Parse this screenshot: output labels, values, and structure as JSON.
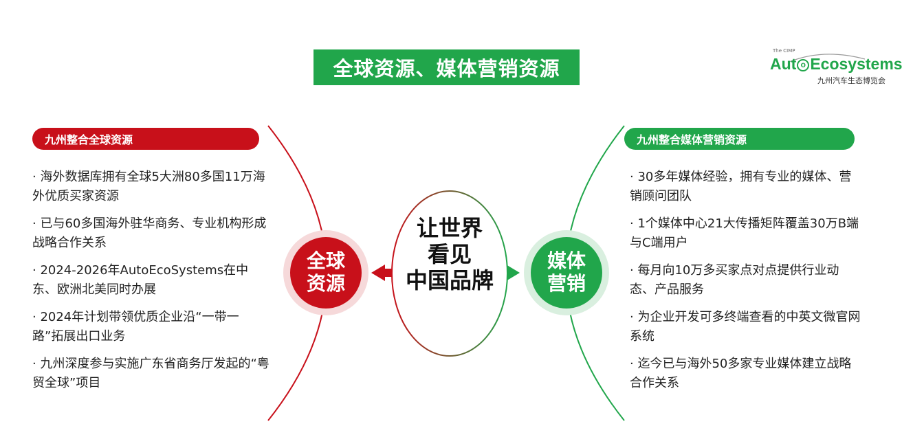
{
  "title": "全球资源、媒体营销资源",
  "logo": {
    "small": "The CIMP",
    "brand_prefix": "Aut",
    "brand_o": "o",
    "brand_suffix": "Ecosystems",
    "cn": "九州汽车生态博览会"
  },
  "left": {
    "header": "九州整合全球资源",
    "circle_line1": "全球",
    "circle_line2": "资源",
    "items": [
      "· 海外数据库拥有全球5大洲80多国11万海外优质买家资源",
      "· 已与60多国海外驻华商务、专业机构形成战略合作关系",
      "· 2024-2026年AutoEcoSystems在中东、欧洲北美同时办展",
      "· 2024年计划带领优质企业沿“一带一路”拓展出口业务",
      "· 九州深度参与实施广东省商务厅发起的“粤贸全球”项目"
    ]
  },
  "center": {
    "line1": "让世界",
    "line2": "看见",
    "line3": "中国品牌"
  },
  "right": {
    "header": "九州整合媒体营销资源",
    "circle_line1": "媒体",
    "circle_line2": "营销",
    "items": [
      "· 30多年媒体经验，拥有专业的媒体、营销顾问团队",
      "· 1个媒体中心21大传播矩阵覆盖30万B端与C端用户",
      "· 每月向10万多买家点对点提供行业动态、产品服务",
      "· 为企业开发可多终端查看的中英文微官网系统",
      "· 迄今已与海外50多家专业媒体建立战略合作关系"
    ]
  },
  "colors": {
    "red": "#c8101a",
    "green": "#21a64b"
  }
}
